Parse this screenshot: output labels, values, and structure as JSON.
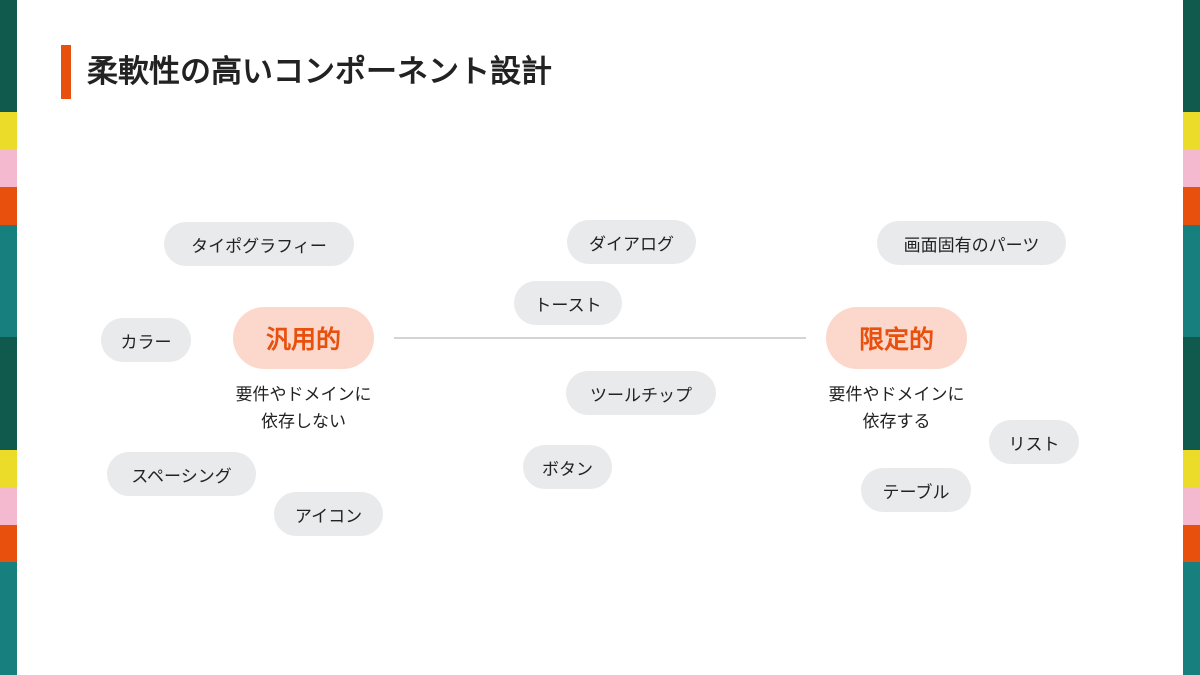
{
  "title": "柔軟性の高いコンポーネント設計",
  "colors": {
    "accent": "#e8500e",
    "pole_bg": "#fcd8cc",
    "chip_bg": "#e9eaec",
    "axis": "#d4d4d4",
    "strip_green": "#0f5a4c",
    "strip_yellow": "#ecdc2a",
    "strip_pink": "#f5b9cf",
    "strip_orange": "#e8500e",
    "strip_teal": "#17807e"
  },
  "poles": {
    "generic": {
      "label": "汎用的",
      "desc_line1": "要件やドメインに",
      "desc_line2": "依存しない"
    },
    "specific": {
      "label": "限定的",
      "desc_line1": "要件やドメインに",
      "desc_line2": "依存する"
    }
  },
  "chips": [
    "タイポグラフィー",
    "カラー",
    "スペーシング",
    "アイコン",
    "ダイアログ",
    "トースト",
    "ツールチップ",
    "ボタン",
    "画面固有のパーツ",
    "リスト",
    "テーブル"
  ]
}
